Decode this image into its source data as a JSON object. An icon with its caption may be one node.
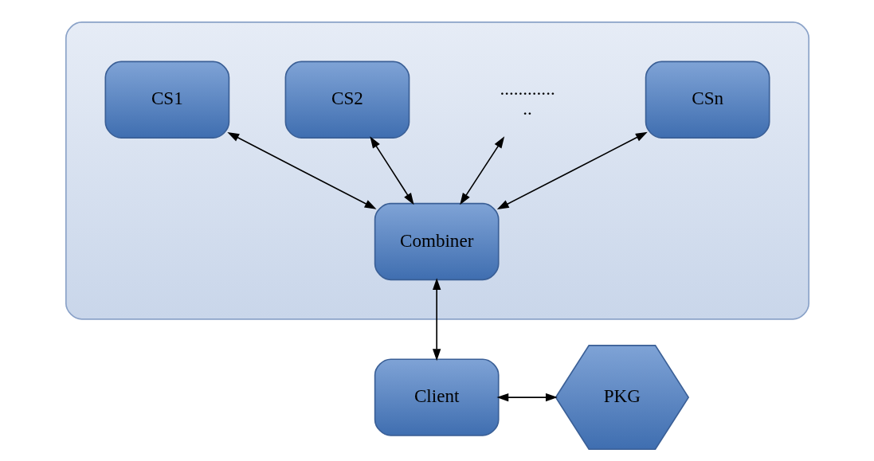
{
  "diagram": {
    "nodes": [
      {
        "text": [],
        "shape": "ellipse"
      },
      {
        "text": [
          "CS1"
        ],
        "in": 0
      },
      {
        "text": [
          "CS2"
        ],
        "in": 0
      },
      {
        "text": [
          "............",
          ".."
        ],
        "in": 0
      },
      {
        "text": [
          "CSn"
        ],
        "in": 0
      },
      {
        "text": [
          "Combiner"
        ],
        "in": 0
      },
      {
        "text": [
          "Client"
        ]
      },
      {
        "text": [
          "PKG"
        ]
      }
    ],
    "edges": [
      {
        "from": 1,
        "to": 5,
        "arrow": "both"
      },
      {
        "from": 2,
        "to": 5,
        "arrow": "both"
      },
      {
        "from": 3,
        "to": 5,
        "arrow": "both"
      },
      {
        "from": 4,
        "to": 5,
        "arrow": "both"
      },
      {
        "from": 5,
        "to": 6,
        "arrow": "both"
      },
      {
        "from": 6,
        "to": 7,
        "arrow": "both"
      }
    ]
  }
}
